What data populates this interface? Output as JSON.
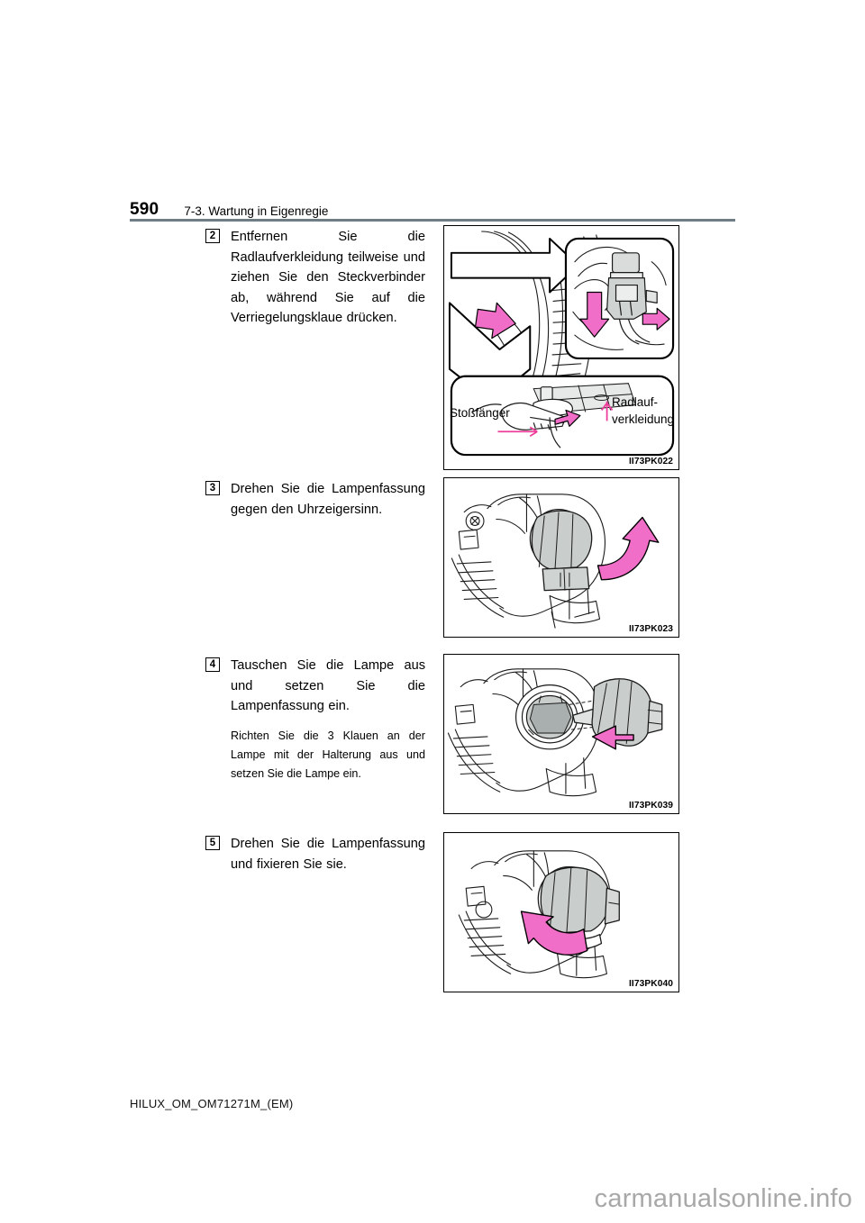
{
  "header": {
    "page_number": "590",
    "section_title": "7-3. Wartung in Eigenregie"
  },
  "steps": [
    {
      "number": "2",
      "text": "Entfernen Sie die Radlaufverkleidung teilweise und ziehen Sie den Steckverbinder ab, während Sie auf die Verriegelungsklaue drücken.",
      "sub": ""
    },
    {
      "number": "3",
      "text": "Drehen Sie die Lampenfassung gegen den Uhrzeigersinn.",
      "sub": ""
    },
    {
      "number": "4",
      "text": "Tauschen Sie die Lampe aus und setzen Sie die Lampenfassung ein.",
      "sub": "Richten Sie die 3 Klauen an der Lampe mit der Halterung aus und setzen Sie die Lampe ein."
    },
    {
      "number": "5",
      "text": "Drehen Sie die Lampenfassung und fixieren Sie sie.",
      "sub": ""
    }
  ],
  "figures": [
    {
      "code": "II73PK022",
      "labels": {
        "bumper": "Stoßfänger",
        "fender_liner_line1": "Radlauf-",
        "fender_liner_line2": "verkleidung"
      }
    },
    {
      "code": "II73PK023",
      "labels": {}
    },
    {
      "code": "II73PK039",
      "labels": {}
    },
    {
      "code": "II73PK040",
      "labels": {}
    }
  ],
  "footer": {
    "document_code": "HILUX_OM_OM71271M_(EM)",
    "watermark": "carmanualsonline.info"
  },
  "colors": {
    "arrow_pink": "#f06ec8",
    "rule_gray": "#6e7e84",
    "part_fill": "#c9cdcb",
    "light_fill": "#e4e7e6"
  }
}
